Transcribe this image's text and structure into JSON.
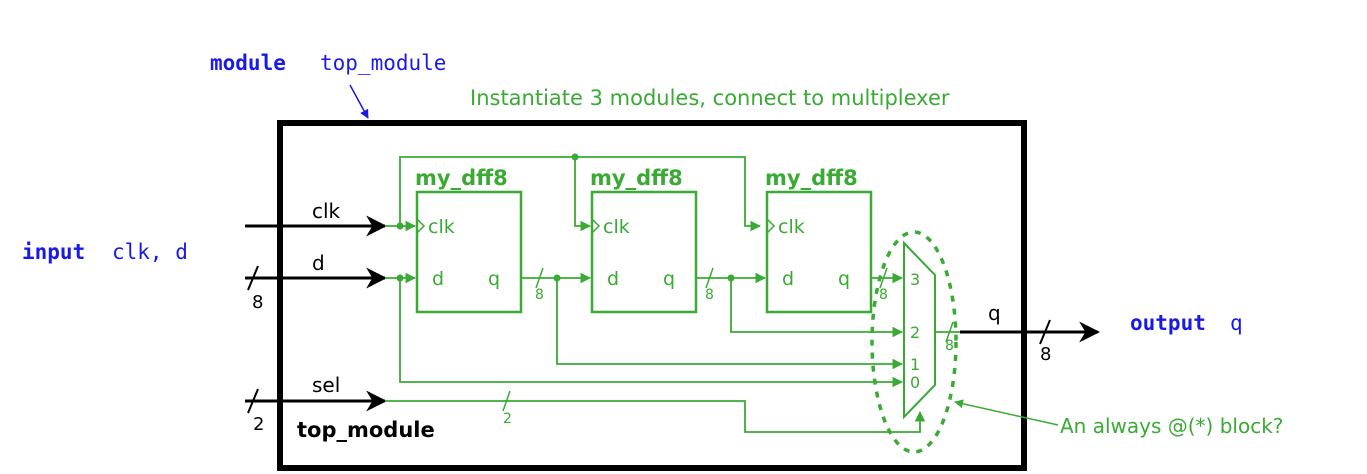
{
  "colors": {
    "keyword": "#1a1ae6",
    "green": "#3aaa35",
    "black": "#000000"
  },
  "header": {
    "keyword": "module",
    "name": "top_module",
    "note": "Instantiate 3 modules, connect to multiplexer"
  },
  "io": {
    "input_keyword": "input",
    "input_names": "clk, d",
    "output_keyword": "output",
    "output_names": "q"
  },
  "top_module_label": "top_module",
  "dff_title": "my_dff8",
  "dff_ports": {
    "clk": "clk",
    "d": "d",
    "q": "q"
  },
  "signals": {
    "clk": "clk",
    "d": "d",
    "sel": "sel",
    "q": "q"
  },
  "bus_widths": {
    "d": "8",
    "sel": "2",
    "q": "8",
    "inner": "8",
    "inner_sel": "2"
  },
  "mux_inputs": [
    "3",
    "2",
    "1",
    "0"
  ],
  "callout": "An always @(*) block?",
  "icons": [
    "arrow-icon",
    "bus-slash-icon",
    "junction-dot-icon"
  ]
}
